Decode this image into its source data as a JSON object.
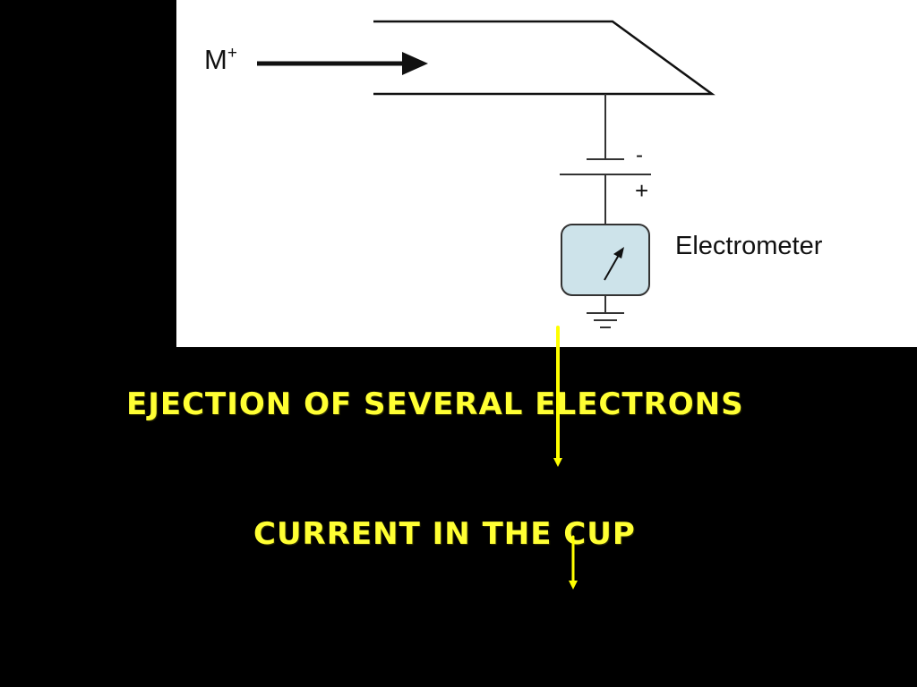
{
  "diagram": {
    "ion_label": "M",
    "ion_charge": "+",
    "terminal_negative": "-",
    "terminal_positive": "+",
    "meter_label": "Electrometer"
  },
  "captions": {
    "line1": "Ejection of several  electrons",
    "line2": "Current in the cup"
  },
  "colors": {
    "background": "#000000",
    "panel": "#ffffff",
    "caption": "#ffff33",
    "meter_fill": "#cde3ea",
    "arrow": "#ffff00"
  }
}
